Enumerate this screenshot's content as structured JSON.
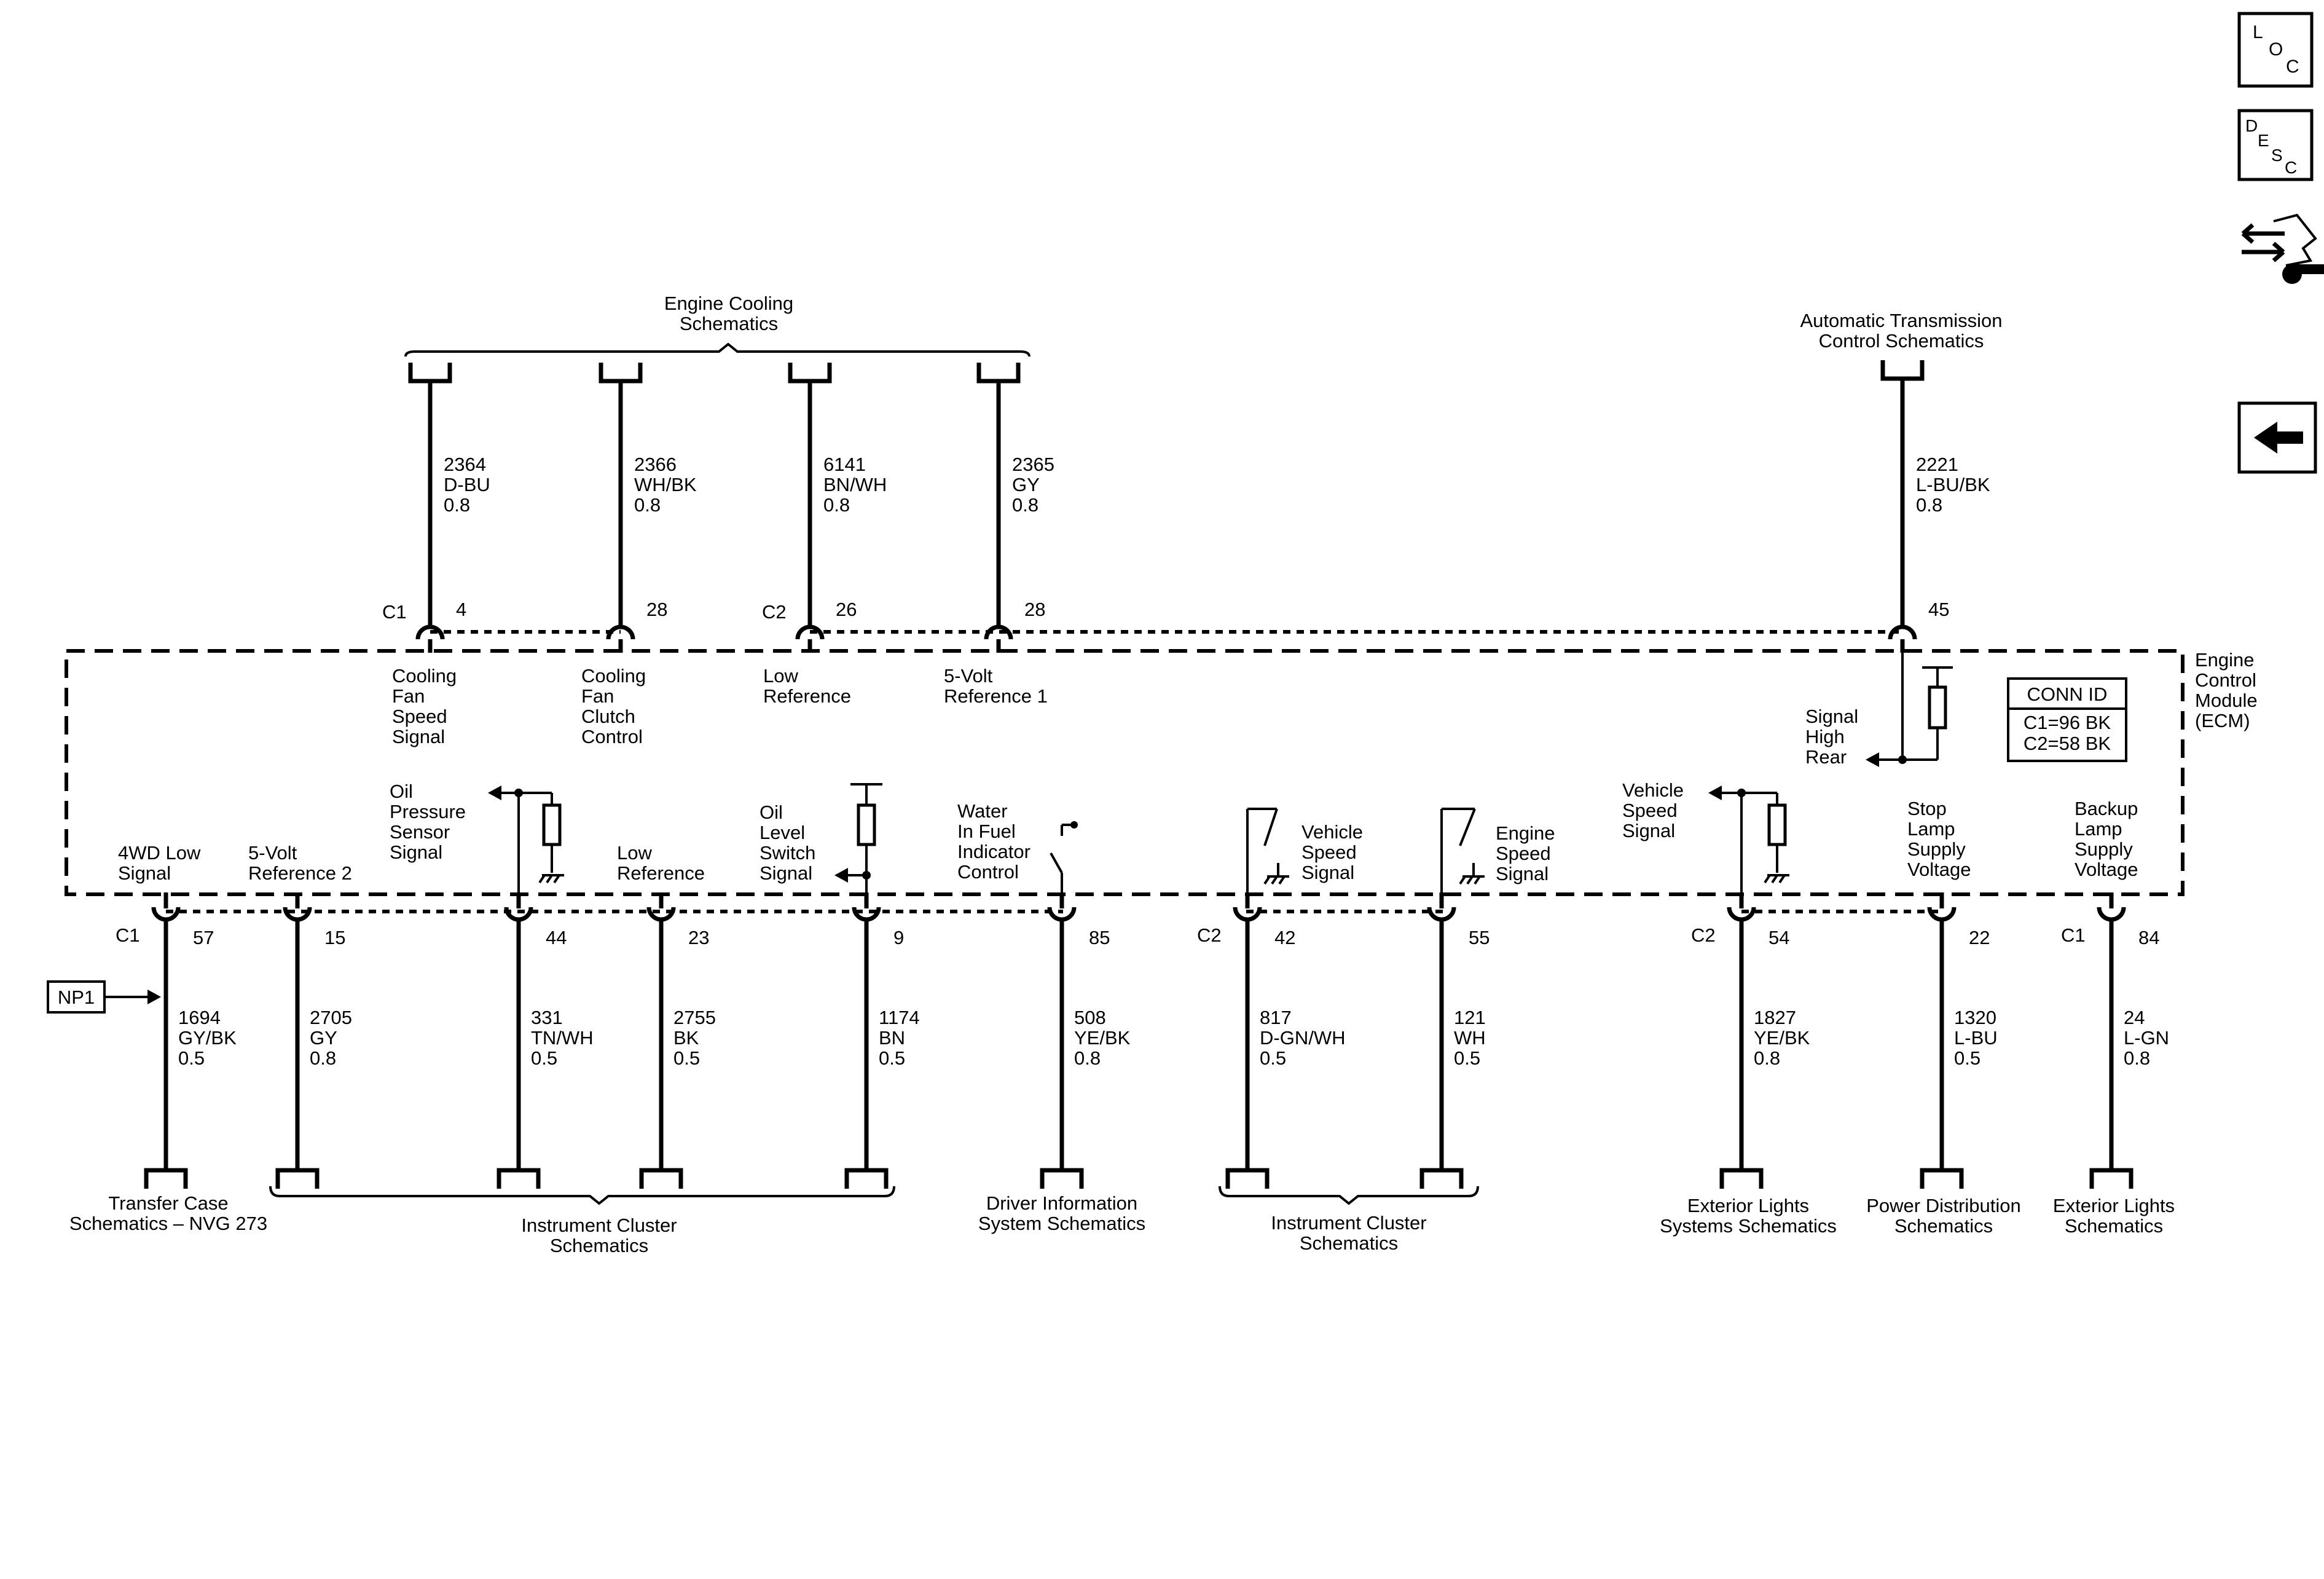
{
  "module": {
    "name": [
      "Engine",
      "Control",
      "Module",
      "(ECM)"
    ],
    "conn_id": {
      "title": "CONN ID",
      "lines": [
        "C1=96 BK",
        "C2=58 BK"
      ]
    }
  },
  "nav_icons": [
    {
      "name": "loc-icon",
      "letters": [
        "L",
        "O",
        "C"
      ]
    },
    {
      "name": "desc-icon",
      "letters": [
        "D",
        "E",
        "S",
        "C"
      ]
    },
    {
      "name": "connector-repair-icon"
    },
    {
      "name": "back-arrow-icon"
    }
  ],
  "upper_destinations": [
    {
      "id": "engine-cooling",
      "lines": [
        "Engine Cooling",
        "Schematics"
      ]
    },
    {
      "id": "auto-trans",
      "lines": [
        "Automatic Transmission",
        "Control Schematics"
      ]
    }
  ],
  "upper_circuits": [
    {
      "conn": "C1",
      "pin": "4",
      "circuit": "2364",
      "color": "D-BU",
      "size": "0.8",
      "label": [
        "Cooling",
        "Fan",
        "Speed",
        "Signal"
      ]
    },
    {
      "conn": "",
      "pin": "28",
      "circuit": "2366",
      "color": "WH/BK",
      "size": "0.8",
      "label": [
        "Cooling",
        "Fan",
        "Clutch",
        "Control"
      ]
    },
    {
      "conn": "C2",
      "pin": "26",
      "circuit": "6141",
      "color": "BN/WH",
      "size": "0.8",
      "label": [
        "Low",
        "Reference"
      ]
    },
    {
      "conn": "",
      "pin": "28",
      "circuit": "2365",
      "color": "GY",
      "size": "0.8",
      "label": [
        "5-Volt",
        "Reference 1"
      ]
    },
    {
      "conn": "",
      "pin": "45",
      "circuit": "2221",
      "color": "L-BU/BK",
      "size": "0.8",
      "label": [
        "Signal",
        "High",
        "Rear"
      ]
    }
  ],
  "lower_circuits": [
    {
      "conn": "C1",
      "pin": "57",
      "circuit": "1694",
      "color": "GY/BK",
      "size": "0.5",
      "label": [
        "4WD Low",
        "Signal"
      ]
    },
    {
      "conn": "",
      "pin": "15",
      "circuit": "2705",
      "color": "GY",
      "size": "0.8",
      "label": [
        "5-Volt",
        "Reference 2"
      ]
    },
    {
      "conn": "",
      "pin": "44",
      "circuit": "331",
      "color": "TN/WH",
      "size": "0.5",
      "label": [
        "Oil",
        "Pressure",
        "Sensor",
        "Signal"
      ]
    },
    {
      "conn": "",
      "pin": "23",
      "circuit": "2755",
      "color": "BK",
      "size": "0.5",
      "label": [
        "Low",
        "Reference"
      ]
    },
    {
      "conn": "",
      "pin": "9",
      "circuit": "1174",
      "color": "BN",
      "size": "0.5",
      "label": [
        "Oil",
        "Level",
        "Switch",
        "Signal"
      ]
    },
    {
      "conn": "",
      "pin": "85",
      "circuit": "508",
      "color": "YE/BK",
      "size": "0.8",
      "label": [
        "Water",
        "In Fuel",
        "Indicator",
        "Control"
      ]
    },
    {
      "conn": "C2",
      "pin": "42",
      "circuit": "817",
      "color": "D-GN/WH",
      "size": "0.5",
      "label": [
        "Vehicle",
        "Speed",
        "Signal"
      ]
    },
    {
      "conn": "",
      "pin": "55",
      "circuit": "121",
      "color": "WH",
      "size": "0.5",
      "label": [
        "Engine",
        "Speed",
        "Signal"
      ]
    },
    {
      "conn": "C2",
      "pin": "54",
      "circuit": "1827",
      "color": "YE/BK",
      "size": "0.8",
      "label": [
        "Vehicle",
        "Speed",
        "Signal"
      ]
    },
    {
      "conn": "",
      "pin": "22",
      "circuit": "1320",
      "color": "L-BU",
      "size": "0.5",
      "label": [
        "Stop",
        "Lamp",
        "Supply",
        "Voltage"
      ]
    },
    {
      "conn": "C1",
      "pin": "84",
      "circuit": "24",
      "color": "L-GN",
      "size": "0.8",
      "label": [
        "Backup",
        "Lamp",
        "Supply",
        "Voltage"
      ]
    }
  ],
  "lower_destinations": [
    {
      "id": "transfer-case",
      "lines": [
        "Transfer Case",
        "Schematics – NVG 273"
      ]
    },
    {
      "id": "instrument-cluster-1",
      "lines": [
        "Instrument Cluster",
        "Schematics"
      ]
    },
    {
      "id": "driver-info",
      "lines": [
        "Driver Information",
        "System Schematics"
      ]
    },
    {
      "id": "instrument-cluster-2",
      "lines": [
        "Instrument Cluster",
        "Schematics"
      ]
    },
    {
      "id": "exterior-lights-systems",
      "lines": [
        "Exterior Lights",
        "Systems Schematics"
      ]
    },
    {
      "id": "power-distribution",
      "lines": [
        "Power Distribution",
        "Schematics"
      ]
    },
    {
      "id": "exterior-lights",
      "lines": [
        "Exterior Lights",
        "Schematics"
      ]
    }
  ],
  "np1_label": "NP1"
}
